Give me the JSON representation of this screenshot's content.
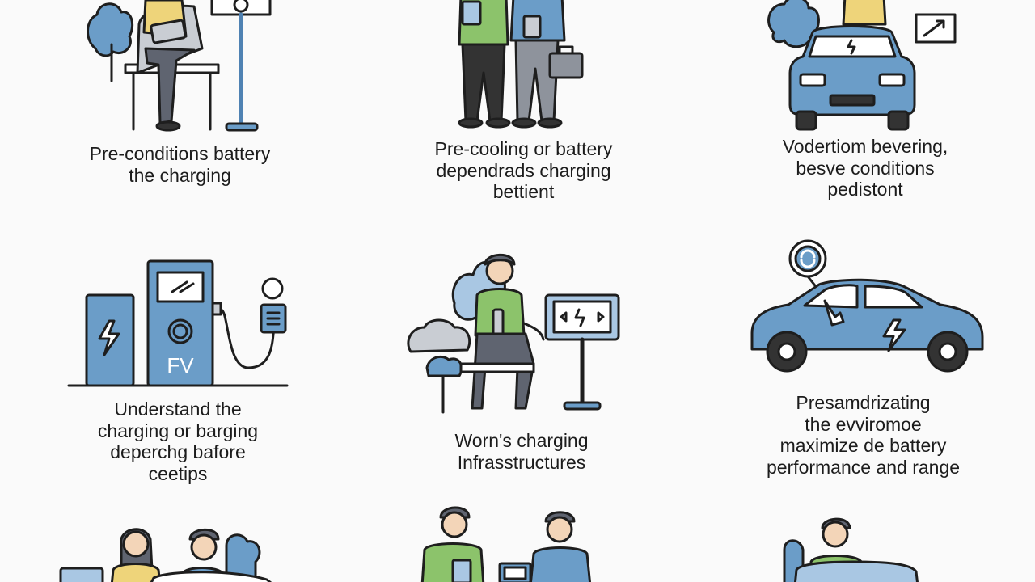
{
  "colors": {
    "accent_blue": "#6b9dc8",
    "light_blue": "#a9c7e3",
    "shirt_green": "#8cc36b",
    "shirt_yellow": "#eed47a",
    "dark_gray": "#5f6470",
    "light_gray": "#c9cdd3",
    "skin": "#f3d5b8",
    "background": "#fafafa"
  },
  "tiles": [
    {
      "id": "r1c1",
      "icons": [
        "person-on-bench-icon",
        "tablet-icon",
        "tree-icon",
        "charging-sign-icon"
      ],
      "caption_lines": [
        "Pre-conditions battery",
        "the charging"
      ]
    },
    {
      "id": "r1c2",
      "icons": [
        "two-people-icon",
        "briefcase-icon",
        "tablet-icon"
      ],
      "caption_lines": [
        "Pre-cooling or battery",
        "dependrads charging",
        "bettient"
      ]
    },
    {
      "id": "r1c3",
      "icons": [
        "car-front-icon",
        "person-driver-icon",
        "tree-icon",
        "screen-icon"
      ],
      "caption_lines": [
        "Vodertiom bevering,",
        "besve conditions",
        "pedistont"
      ]
    },
    {
      "id": "r2c1",
      "icons": [
        "battery-station-icon",
        "charging-pump-icon",
        "charging-plug-icon"
      ],
      "screen_text": "FV",
      "caption_lines": [
        "Understand the",
        "charging or barging",
        "deperchg bafore",
        "ceetips"
      ]
    },
    {
      "id": "r2c2",
      "icons": [
        "seated-person-icon",
        "monitor-icon",
        "tree-icon",
        "cloud-icon"
      ],
      "caption_lines": [
        "Worn's charging",
        "Infrasstructures"
      ]
    },
    {
      "id": "r2c3",
      "icons": [
        "car-side-icon",
        "refresh-badge-icon",
        "lightning-icon"
      ],
      "caption_lines": [
        "Presamdrizating",
        "the evviromoe",
        "maximize de battery",
        "performance and range"
      ]
    },
    {
      "id": "r3c1",
      "icons": [
        "woman-icon",
        "man-icon",
        "laptop-icon",
        "tree-icon"
      ],
      "caption_lines": []
    },
    {
      "id": "r3c2",
      "icons": [
        "two-men-icon",
        "laptop-icon"
      ],
      "caption_lines": []
    },
    {
      "id": "r3c3",
      "icons": [
        "person-in-car-icon",
        "tree-icon"
      ],
      "caption_lines": []
    }
  ]
}
